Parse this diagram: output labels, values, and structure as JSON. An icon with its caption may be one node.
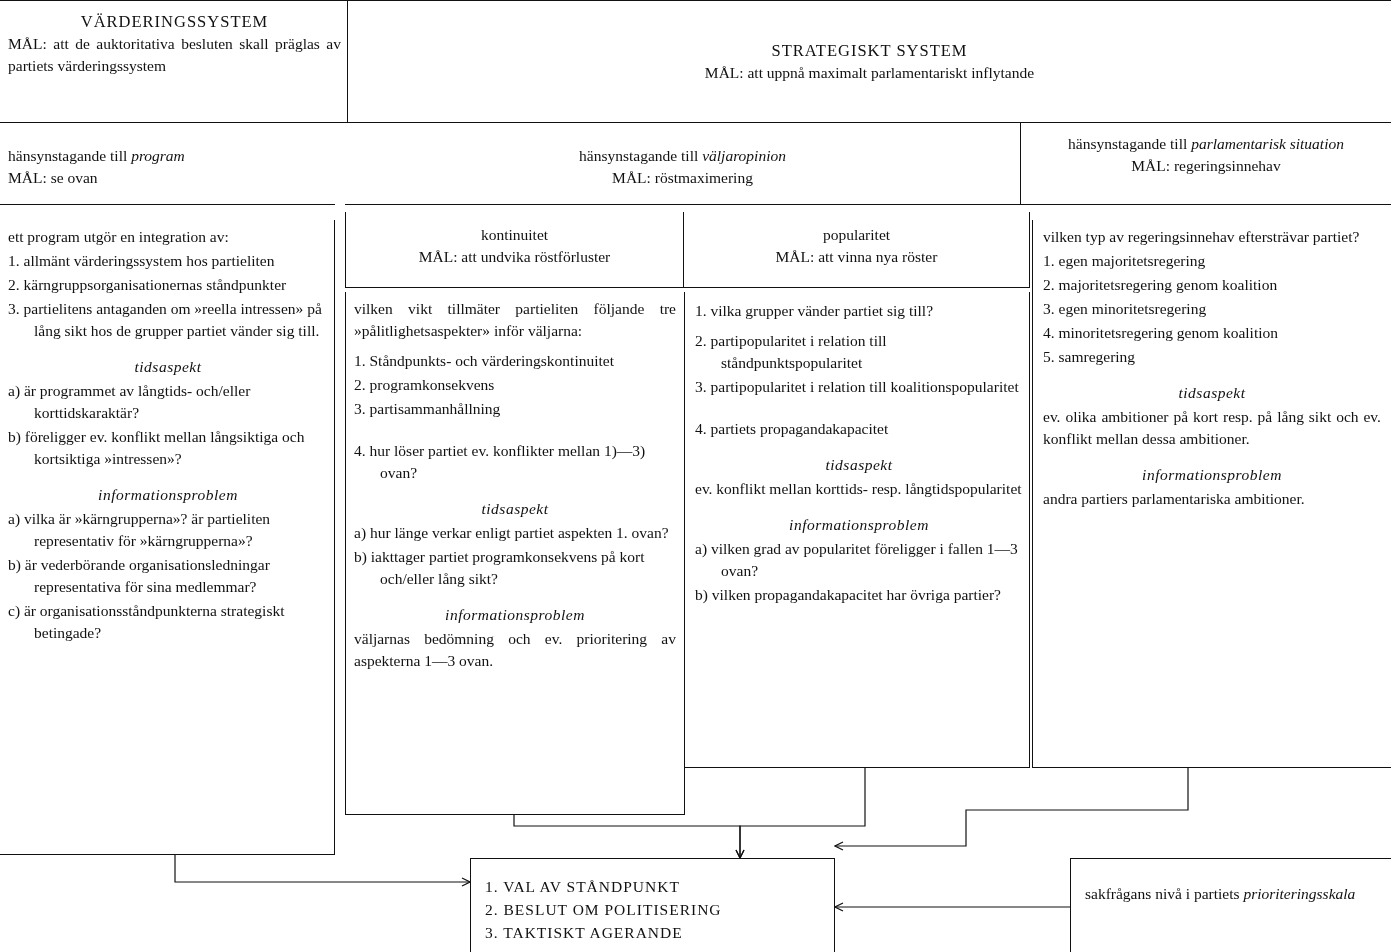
{
  "diagram": {
    "nodes": [
      {
        "text": [
          "VÄRDERINGSSYSTEM",
          "MÅL: att de auktoritativa besluten skall präglas av partiets värderingssystem"
        ]
      },
      {
        "text": [
          "STRATEGISKT SYSTEM",
          "MÅL: att uppnå maximalt parlamentariskt inflytande"
        ]
      },
      {
        "text": [
          "hänsynstagande till *program*",
          "MÅL: se ovan"
        ]
      },
      {
        "text": [
          "hänsynstagande till *väljaropinion*",
          "MÅL: röstmaximering"
        ]
      },
      {
        "text": [
          "hänsynstagande till *parlamentarisk situation*",
          "MÅL: regeringsinnehav"
        ]
      },
      {
        "text": [
          "ett program utgör en integration av:",
          "1. allmänt värderingssystem hos partieliten",
          "2. kärngruppsorganisationernas ståndpunkter",
          "3. partielitens antaganden om »reella intressen» på lång sikt hos de grupper partiet vänder sig till.",
          "tidsaspekt",
          "a) är programmet av långtids- och/eller korttidskaraktär?",
          "b) föreligger ev. konflikt mellan långsiktiga och kortsiktiga »intressen»?",
          "informationsproblem",
          "a) vilka är »kärngrupperna»? är partieliten representativ för »kärngrupperna»?",
          "b) är vederbörande organisationsledningar representativa för sina medlemmar?",
          "c) är organisationsståndpunkterna strategiskt betingade?"
        ]
      },
      {
        "text": [
          "kontinuitet",
          "MÅL: att undvika röstförluster"
        ]
      },
      {
        "text": [
          "popularitet",
          "MÅL: att vinna nya röster"
        ]
      },
      {
        "text": [
          "vilken vikt tillmäter partieliten följande tre »pålitlighetsaspekter» inför väljarna:",
          "1. Ståndpunkts- och värderingskontinuitet",
          "2. programkonsekvens",
          "3. partisammanhållning",
          "4. hur löser partiet ev. konflikter mellan 1)—3) ovan?",
          "tidsaspekt",
          "a) hur länge verkar enligt partiet aspekten 1. ovan?",
          "b) iakttager partiet programkonsekvens på kort och/eller lång sikt?",
          "informationsproblem",
          "väljarnas bedömning och ev. prioritering av aspekterna 1—3 ovan."
        ]
      },
      {
        "text": [
          "1. vilka grupper vänder partiet sig till?",
          "2. partipopularitet i relation till ståndpunktspopularitet",
          "3. partipopularitet i relation till koalitionspopularitet",
          "4. partiets propagandakapacitet",
          "tidsaspekt",
          "ev. konflikt mellan korttids- resp. långtidspopularitet",
          "informationsproblem",
          "a) vilken grad av popularitet föreligger i fallen 1—3 ovan?",
          "b) vilken propagandakapacitet har övriga partier?"
        ]
      },
      {
        "text": [
          "vilken typ av regeringsinnehav eftersträvar partiet?",
          "1. egen majoritetsregering",
          "2. majoritetsregering genom koalition",
          "3. egen minoritetsregering",
          "4. minoritetsregering genom koalition",
          "5. samregering",
          "tidsaspekt",
          "ev. olika ambitioner på kort resp. på lång sikt och ev. konflikt mellan dessa ambitioner.",
          "informationsproblem",
          "andra partiers parlamentariska ambitioner."
        ]
      },
      {
        "text": [
          "1. VAL AV STÅNDPUNKT",
          "2. BESLUT OM POLITISERING",
          "3. TAKTISKT AGERANDE"
        ]
      },
      {
        "text": [
          "sakfrågans nivå i partiets *prioriteringsskala*"
        ]
      }
    ],
    "edges": [
      {
        "from": 5,
        "to": 11,
        "arrow": "to"
      },
      {
        "from": 8,
        "to": 11,
        "arrow": "to"
      },
      {
        "from": 9,
        "to": 11,
        "arrow": "to"
      },
      {
        "from": 10,
        "to": 11,
        "arrow": "to"
      },
      {
        "from": 12,
        "to": 11,
        "arrow": "to"
      }
    ]
  }
}
